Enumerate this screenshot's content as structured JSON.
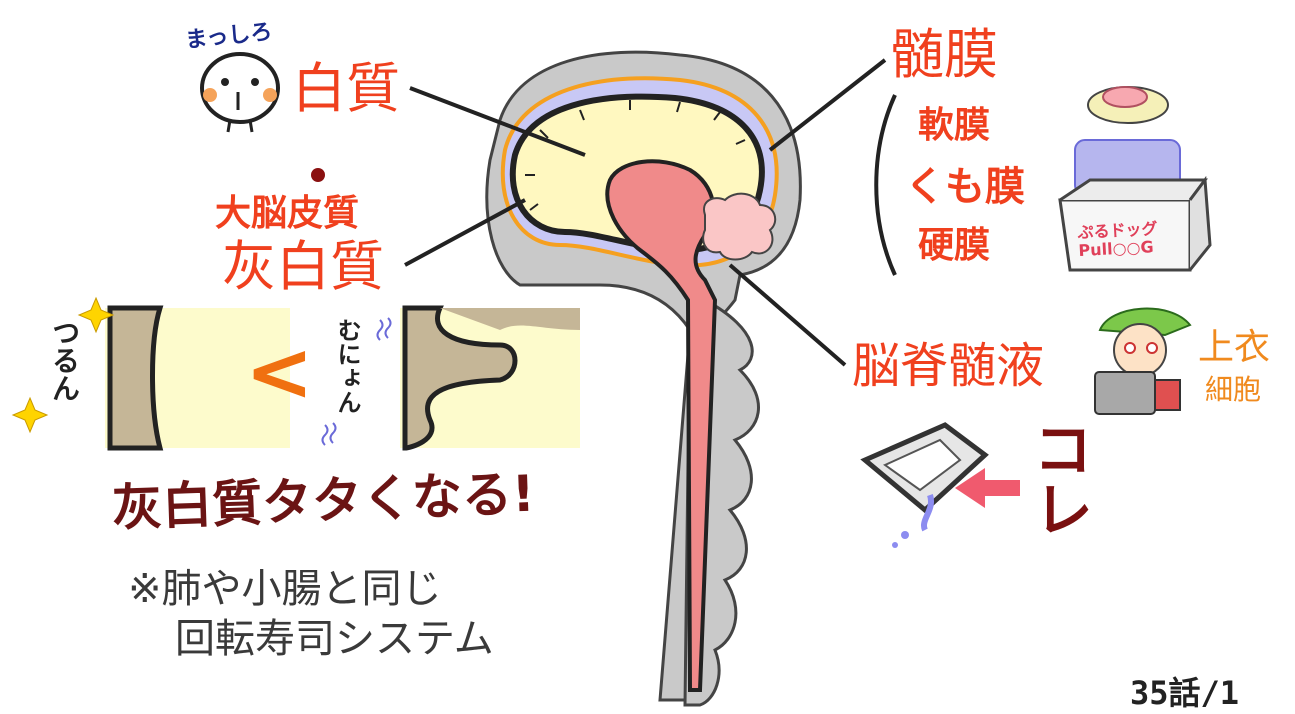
{
  "labels": {
    "white_matter": "白質",
    "white_matter_note": "まっしろ",
    "cortex": "大脳皮質",
    "gray_matter": "灰白質",
    "meninges": "髄膜",
    "pia": "軟膜",
    "arachnoid": "くも膜",
    "dura": "硬膜",
    "csf": "脳脊髄液",
    "ependymal_line1": "上衣",
    "ependymal_line2": "細胞",
    "this_marker": "コレ",
    "smooth": "つるん",
    "wrinkled": "むにょん",
    "compare_symbol": "<",
    "headline": "灰白質タタくなる!",
    "note_line1": "※肺や小腸と同じ",
    "note_line2": "回転寿司システム",
    "box_label_line1": "ぷるドッグ",
    "box_label_line2": "Pull○○G",
    "page_number": "35話/1"
  },
  "colors": {
    "label_red": "#f0401e",
    "label_orange": "#f08a1e",
    "headline_brown": "#6b1414",
    "skull_gray": "#c9c9c9",
    "white_matter_fill": "#fff8c0",
    "brainstem_pink": "#f08a8a",
    "csf_lavender": "#c8c8f5",
    "meninges_orange": "#f5a020"
  },
  "icons": [
    "sparkle-icon",
    "face-character",
    "brain-diagram",
    "meninges-box",
    "tray-illustration",
    "arrow-pointer"
  ]
}
